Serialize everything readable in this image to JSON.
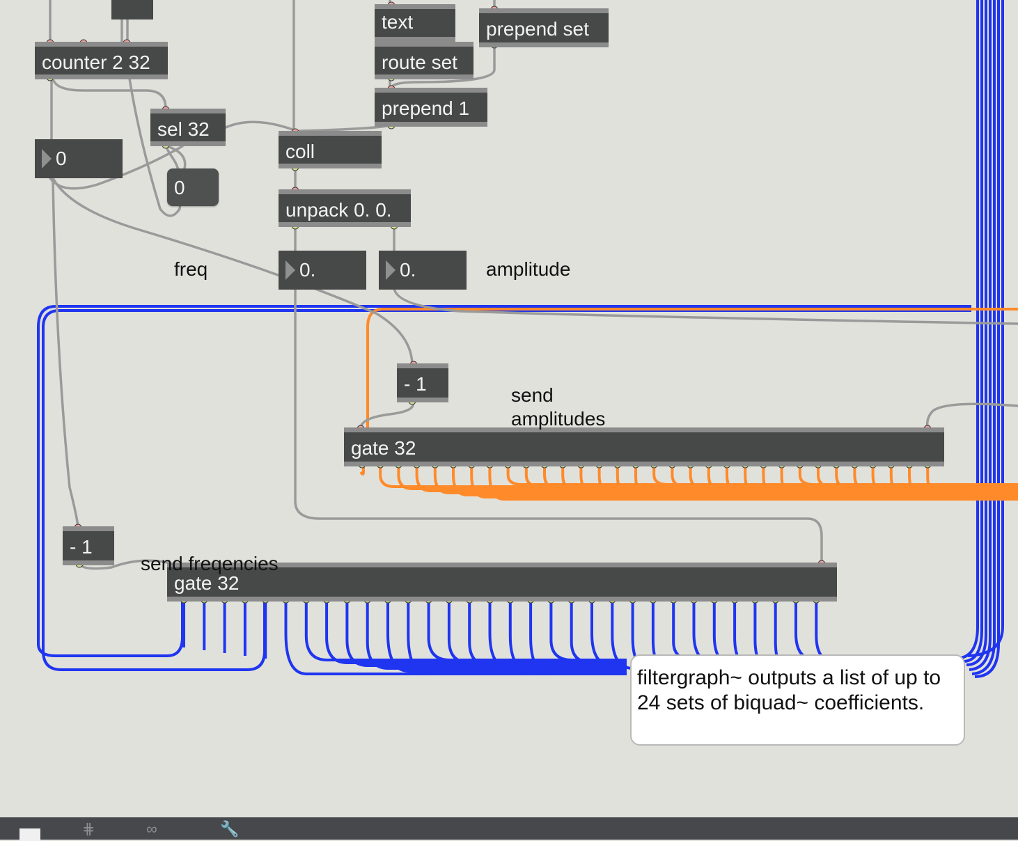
{
  "objects": {
    "counter": "counter 2 32",
    "sel": "sel 32",
    "coll": "coll",
    "unpack": "unpack 0. 0.",
    "text": "text",
    "route_set": "route set",
    "prepend_set": "prepend set",
    "prepend_1": "prepend 1",
    "minus_freq": "- 1",
    "minus_amp": "- 1",
    "gate_amp": "gate 32",
    "gate_freq": "gate 32"
  },
  "numbers": {
    "counter_out": "0",
    "freq_value": "0.",
    "amp_value": "0."
  },
  "messages": {
    "zero_msg": "0"
  },
  "comments": {
    "freq": "freq",
    "amplitude": "amplitude",
    "send_amplitudes": "send\namplitudes",
    "send_frequencies": "send freqencies"
  },
  "tooltip": {
    "text": "filtergraph~ outputs a list of up to 24 sets of biquad~ coefficients."
  },
  "footer": {
    "icons": [
      "presentation-icon",
      "grid-icon",
      "patch-cord-icon",
      "wrench-icon"
    ]
  },
  "colors": {
    "canvas": "#e1e1dc",
    "object": "#474948",
    "patch_cord": "#9a9a9a",
    "signal_blue": "#1f35f0",
    "signal_orange": "#ff8a2a",
    "inlet": "#f0a0a0",
    "outlet": "#d6e48a"
  }
}
